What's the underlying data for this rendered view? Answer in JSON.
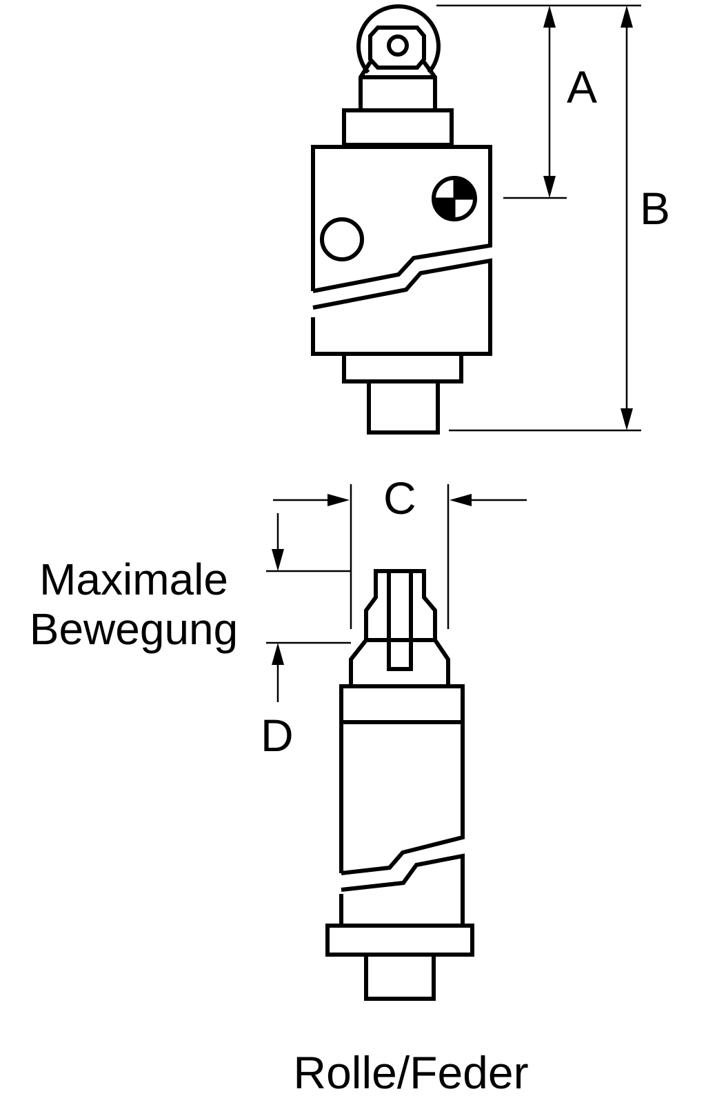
{
  "dimensions": {
    "a": "A",
    "b": "B",
    "c": "C",
    "d": "D"
  },
  "movement_label": {
    "line1": "Maximale",
    "line2": "Bewegung"
  },
  "caption": "Rolle/Feder"
}
